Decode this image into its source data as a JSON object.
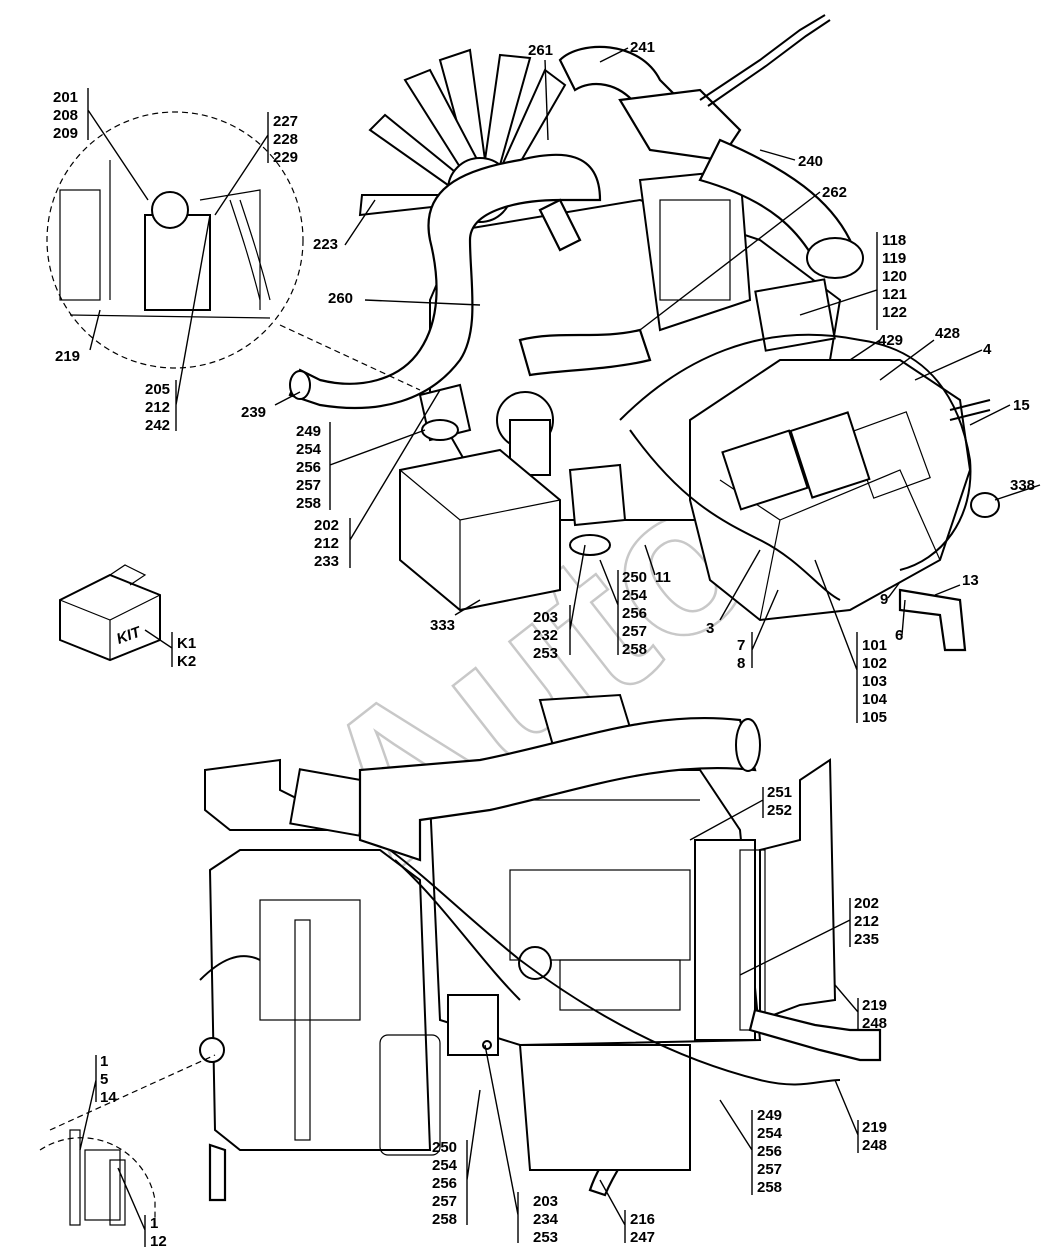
{
  "watermark": "AutoS",
  "kit_box_label": "KIT",
  "callouts": {
    "c201": [
      "201",
      "208",
      "209"
    ],
    "c227": [
      "227",
      "228",
      "229"
    ],
    "c219a": "219",
    "c205": [
      "205",
      "212",
      "242"
    ],
    "c239": "239",
    "c223": "223",
    "c261": "261",
    "c241": "241",
    "c240": "240",
    "c262": "262",
    "c260": "260",
    "c118": [
      "118",
      "119",
      "120",
      "121",
      "122"
    ],
    "c429": "429",
    "c428": "428",
    "c4": "4",
    "c15": "15",
    "c338": "338",
    "c249a": [
      "249",
      "254",
      "256",
      "257",
      "258"
    ],
    "c202a": [
      "202",
      "212",
      "233"
    ],
    "c250a": [
      "250",
      "254",
      "256",
      "257",
      "258"
    ],
    "c11": "11",
    "c13": "13",
    "c9": "9",
    "c6": "6",
    "c3": "3",
    "c7": [
      "7",
      "8"
    ],
    "c101": [
      "101",
      "102",
      "103",
      "104",
      "105"
    ],
    "c333": "333",
    "c203a": [
      "203",
      "232",
      "253"
    ],
    "kit": [
      "K1",
      "K2"
    ],
    "c251": [
      "251",
      "252"
    ],
    "c202b": [
      "202",
      "212",
      "235"
    ],
    "c219b": [
      "219",
      "248"
    ],
    "c219c": [
      "219",
      "248"
    ],
    "c249b": [
      "249",
      "254",
      "256",
      "257",
      "258"
    ],
    "c1": [
      "1",
      "5",
      "14"
    ],
    "c12": [
      "1",
      "12"
    ],
    "c250b": [
      "250",
      "254",
      "256",
      "257",
      "258"
    ],
    "c203b": [
      "203",
      "234",
      "253"
    ],
    "c216": [
      "216",
      "247"
    ]
  }
}
